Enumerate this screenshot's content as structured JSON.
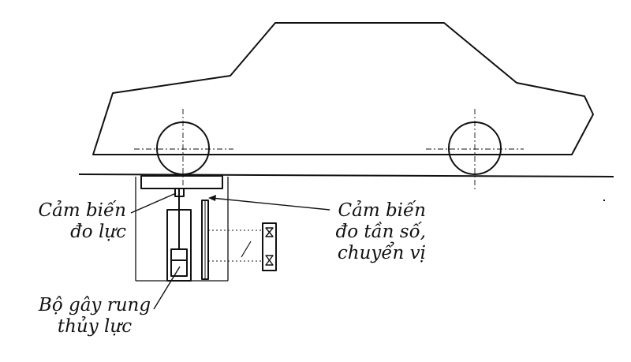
{
  "labels": {
    "force_sensor": [
      "Cảm biến",
      "đo lực"
    ],
    "frequency_sensor": [
      "Cảm biến",
      "đo tần số,",
      "chuyển vị"
    ],
    "hydraulic_exciter": [
      "Bộ gây rung",
      "thủy lực"
    ]
  },
  "colors": {
    "ink": "#111111",
    "background": "#ffffff"
  }
}
